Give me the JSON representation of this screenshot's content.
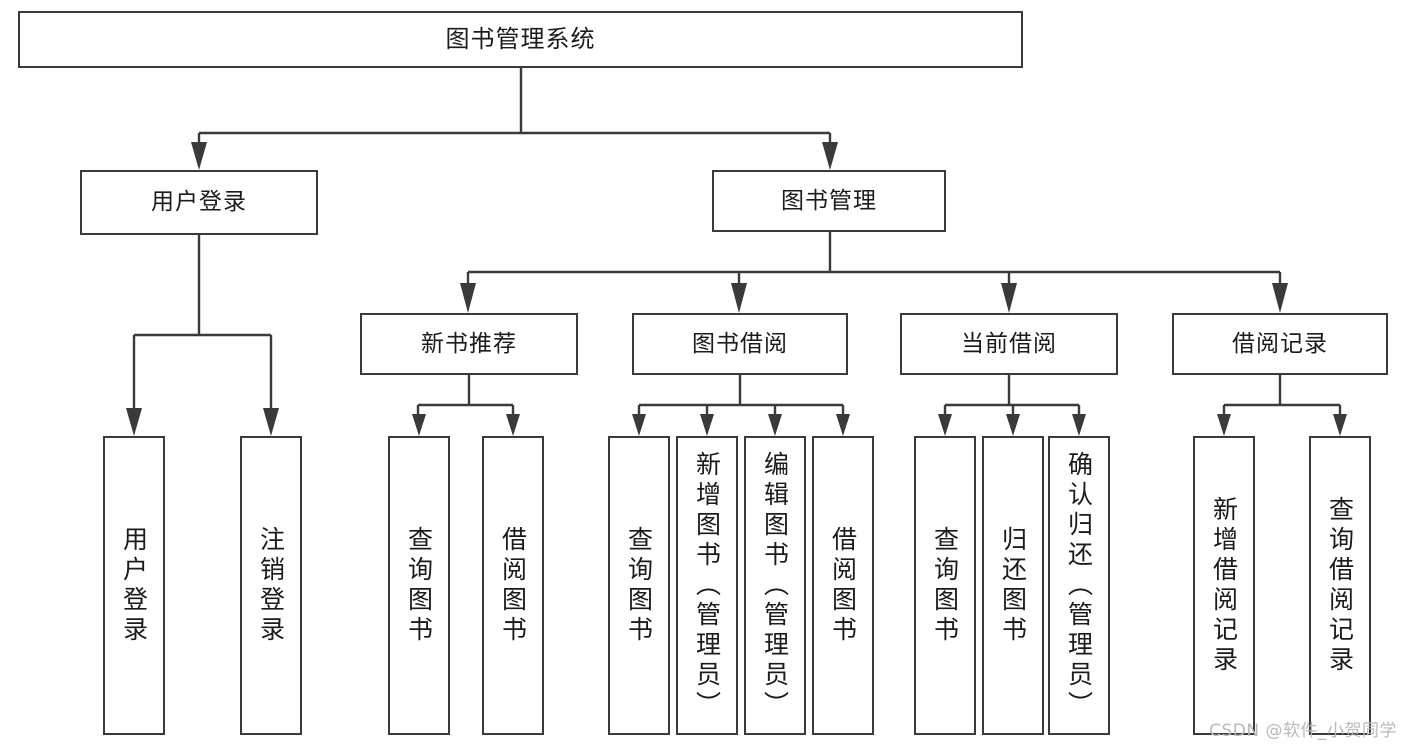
{
  "diagram": {
    "title": "图书管理系统",
    "type": "hierarchy-tree",
    "levels": 4,
    "root": {
      "id": "root",
      "label": "图书管理系统",
      "orientation": "horizontal"
    },
    "level2": [
      {
        "id": "user-login",
        "label": "用户登录",
        "orientation": "horizontal"
      },
      {
        "id": "book-manage",
        "label": "图书管理",
        "orientation": "horizontal"
      }
    ],
    "level3": [
      {
        "id": "new-book-recommend",
        "label": "新书推荐",
        "orientation": "horizontal",
        "parent": "book-manage"
      },
      {
        "id": "book-borrow",
        "label": "图书借阅",
        "orientation": "horizontal",
        "parent": "book-manage"
      },
      {
        "id": "current-borrow",
        "label": "当前借阅",
        "orientation": "horizontal",
        "parent": "book-manage"
      },
      {
        "id": "borrow-record",
        "label": "借阅记录",
        "orientation": "horizontal",
        "parent": "book-manage"
      }
    ],
    "leaves": [
      {
        "id": "leaf-user-login",
        "label": "用户登录",
        "parent": "user-login",
        "orientation": "vertical"
      },
      {
        "id": "leaf-user-logout",
        "label": "注销登录",
        "parent": "user-login",
        "orientation": "vertical"
      },
      {
        "id": "leaf-query-book-1",
        "label": "查询图书",
        "parent": "new-book-recommend",
        "orientation": "vertical"
      },
      {
        "id": "leaf-borrow-book-1",
        "label": "借阅图书",
        "parent": "new-book-recommend",
        "orientation": "vertical"
      },
      {
        "id": "leaf-query-book-2",
        "label": "查询图书",
        "parent": "book-borrow",
        "orientation": "vertical"
      },
      {
        "id": "leaf-add-book",
        "label": "新增图书（管理员）",
        "parent": "book-borrow",
        "orientation": "vertical"
      },
      {
        "id": "leaf-edit-book",
        "label": "编辑图书（管理员）",
        "parent": "book-borrow",
        "orientation": "vertical"
      },
      {
        "id": "leaf-borrow-book-2",
        "label": "借阅图书",
        "parent": "book-borrow",
        "orientation": "vertical"
      },
      {
        "id": "leaf-query-book-3",
        "label": "查询图书",
        "parent": "current-borrow",
        "orientation": "vertical"
      },
      {
        "id": "leaf-return-book",
        "label": "归还图书",
        "parent": "current-borrow",
        "orientation": "vertical"
      },
      {
        "id": "leaf-confirm-return",
        "label": "确认归还（管理员）",
        "parent": "current-borrow",
        "orientation": "vertical"
      },
      {
        "id": "leaf-add-record",
        "label": "新增借阅记录",
        "parent": "borrow-record",
        "orientation": "vertical"
      },
      {
        "id": "leaf-query-record",
        "label": "查询借阅记录",
        "parent": "borrow-record",
        "orientation": "vertical"
      }
    ],
    "colors": {
      "stroke": "#3a3a3a",
      "fill": "#ffffff",
      "text": "#1b1b1b",
      "watermark": "#b9b9b9"
    }
  },
  "watermark": {
    "text": "CSDN @软件_小贺同学"
  }
}
